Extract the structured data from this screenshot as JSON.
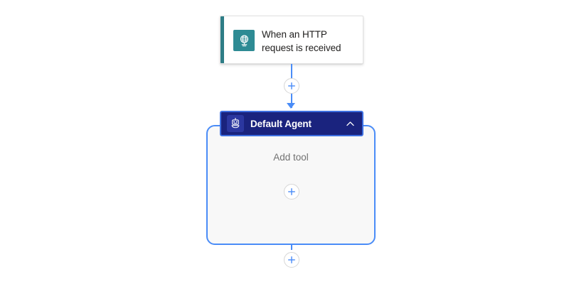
{
  "canvas": {
    "background": "#ffffff"
  },
  "trigger_node": {
    "label": "When an HTTP\nrequest is received",
    "label_line1": "When an HTTP",
    "label_line2": "request is received",
    "icon": "globe-network-icon",
    "accent_color": "#2e7d86",
    "icon_background": "#2e8b94",
    "card_background": "#ffffff"
  },
  "connectors": {
    "top_add_button": "+",
    "bottom_add_button": "+",
    "line_color": "#4a8cf7"
  },
  "agent_node": {
    "title": "Default Agent",
    "icon": "robot-icon",
    "collapse_icon": "chevron-up-icon",
    "header_background": "#1a237e",
    "header_border": "#3d6fe0",
    "container_border": "#4a8cf7",
    "container_background": "#f8f8f8",
    "body": {
      "empty_label": "Add tool",
      "add_button": "+",
      "add_button_color": "#4a8cf7"
    }
  }
}
